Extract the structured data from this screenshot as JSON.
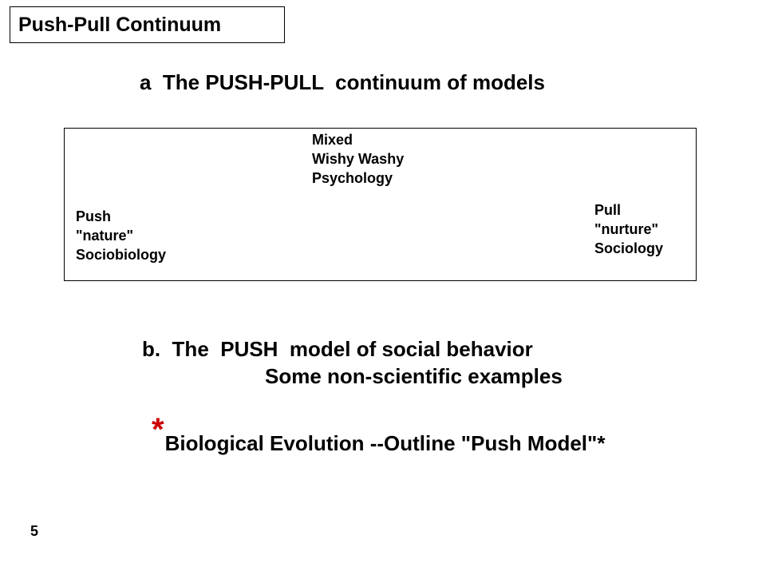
{
  "slide": {
    "title": "Push-Pull Continuum",
    "heading_a": "a  The PUSH-PULL  continuum of models",
    "continuum": {
      "mixed": [
        "Mixed",
        "Wishy Washy",
        "Psychology"
      ],
      "push": [
        "Push",
        "\"nature\"",
        "Sociobiology"
      ],
      "pull": [
        "Pull",
        "\"nurture\"",
        "Sociology"
      ]
    },
    "heading_b_line1": "b.  The  PUSH  model of social behavior",
    "heading_b_line2": "Some non-scientific examples",
    "bio_star": "*",
    "bio_text": "Biological Evolution --Outline \"Push Model\"*",
    "star_color": "#cc0000",
    "page_number": "5"
  }
}
